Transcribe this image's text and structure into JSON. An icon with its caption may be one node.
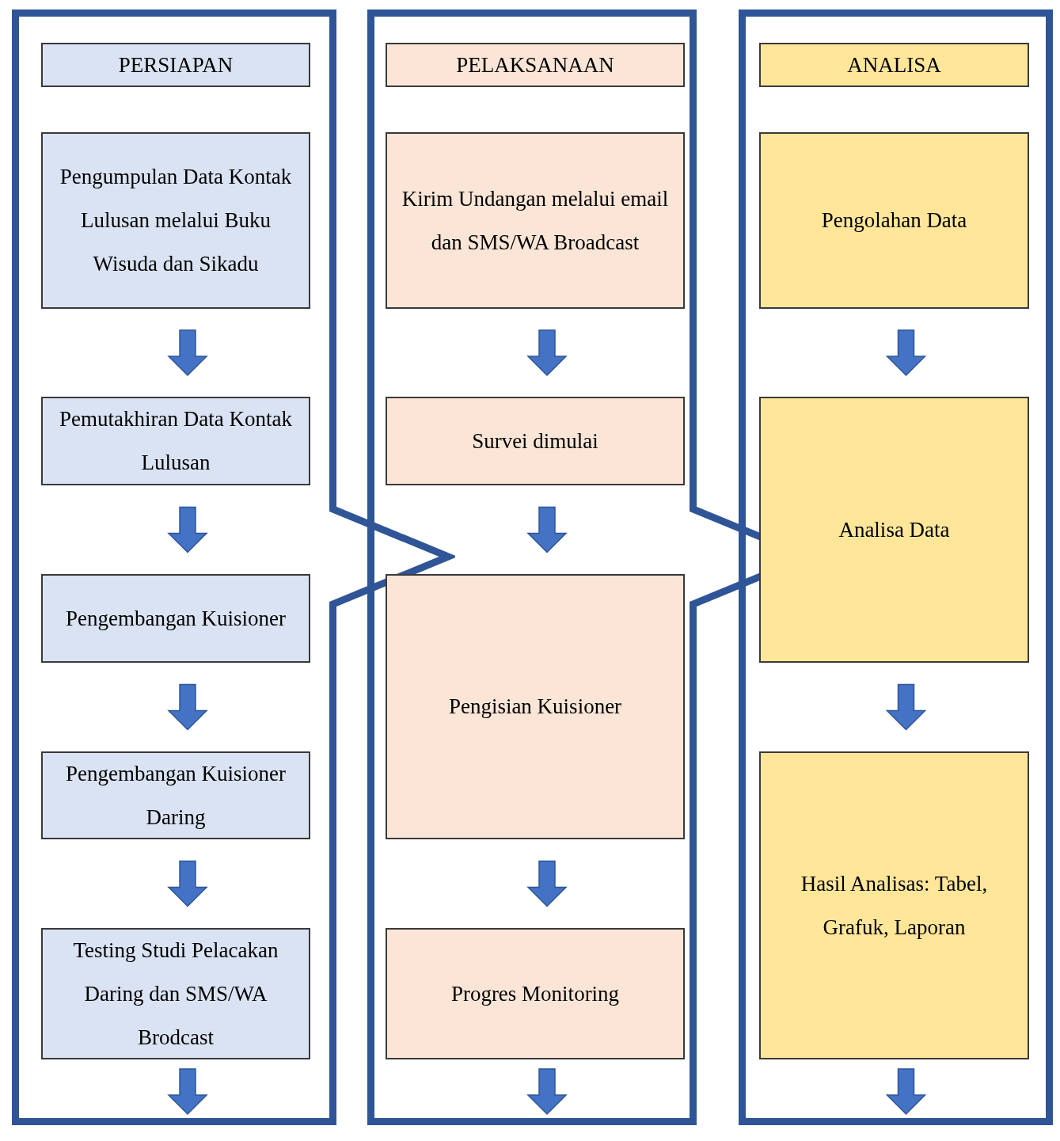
{
  "diagram": {
    "nodes": [
      {
        "text": [],
        "shape": "chevron"
      },
      {
        "text": [
          "PERSIAPAN"
        ],
        "in": 0
      },
      {
        "text": [
          "Pengumpulan Data Kontak Lulusan melalui Buku Wisuda dan Sikadu"
        ],
        "in": 0
      },
      {
        "text": [
          "Pemutakhiran Data Kontak Lulusan"
        ],
        "in": 0
      },
      {
        "text": [
          "Pengembangan Kuisioner"
        ],
        "in": 0
      },
      {
        "text": [
          "Pengembangan Kuisioner Daring"
        ],
        "in": 0
      },
      {
        "text": [
          "Testing Studi Pelacakan Daring dan SMS/WA Brodcast"
        ],
        "in": 0
      },
      {
        "text": [],
        "shape": "chevron"
      },
      {
        "text": [
          "PELAKSANAAN"
        ],
        "in": 7
      },
      {
        "text": [
          "Kirim Undangan melalui email dan SMS/WA Broadcast"
        ],
        "in": 7
      },
      {
        "text": [
          "Survei dimulai"
        ],
        "in": 7
      },
      {
        "text": [
          "Pengisian Kuisioner"
        ],
        "in": 7
      },
      {
        "text": [
          "Progres Monitoring"
        ],
        "in": 7
      },
      {
        "text": [],
        "shape": "box"
      },
      {
        "text": [
          "ANALISA"
        ],
        "in": 13
      },
      {
        "text": [
          "Pengolahan Data"
        ],
        "in": 13
      },
      {
        "text": [
          "Analisa Data"
        ],
        "in": 13
      },
      {
        "text": [
          "Hasil Analisas: Tabel, Grafuk, Laporan"
        ],
        "in": 13
      }
    ],
    "edges": [
      {
        "from": 2,
        "to": 3,
        "arrow": "to"
      },
      {
        "from": 3,
        "to": 4,
        "arrow": "to"
      },
      {
        "from": 4,
        "to": 5,
        "arrow": "to"
      },
      {
        "from": 5,
        "to": 6,
        "arrow": "to"
      },
      {
        "from": 6,
        "to": null,
        "arrow": "to"
      },
      {
        "from": 9,
        "to": 10,
        "arrow": "to"
      },
      {
        "from": 10,
        "to": 11,
        "arrow": "to"
      },
      {
        "from": 11,
        "to": 12,
        "arrow": "to"
      },
      {
        "from": 12,
        "to": null,
        "arrow": "to"
      },
      {
        "from": 15,
        "to": 16,
        "arrow": "to"
      },
      {
        "from": 16,
        "to": 17,
        "arrow": "to"
      },
      {
        "from": 17,
        "to": null,
        "arrow": "to"
      }
    ]
  }
}
